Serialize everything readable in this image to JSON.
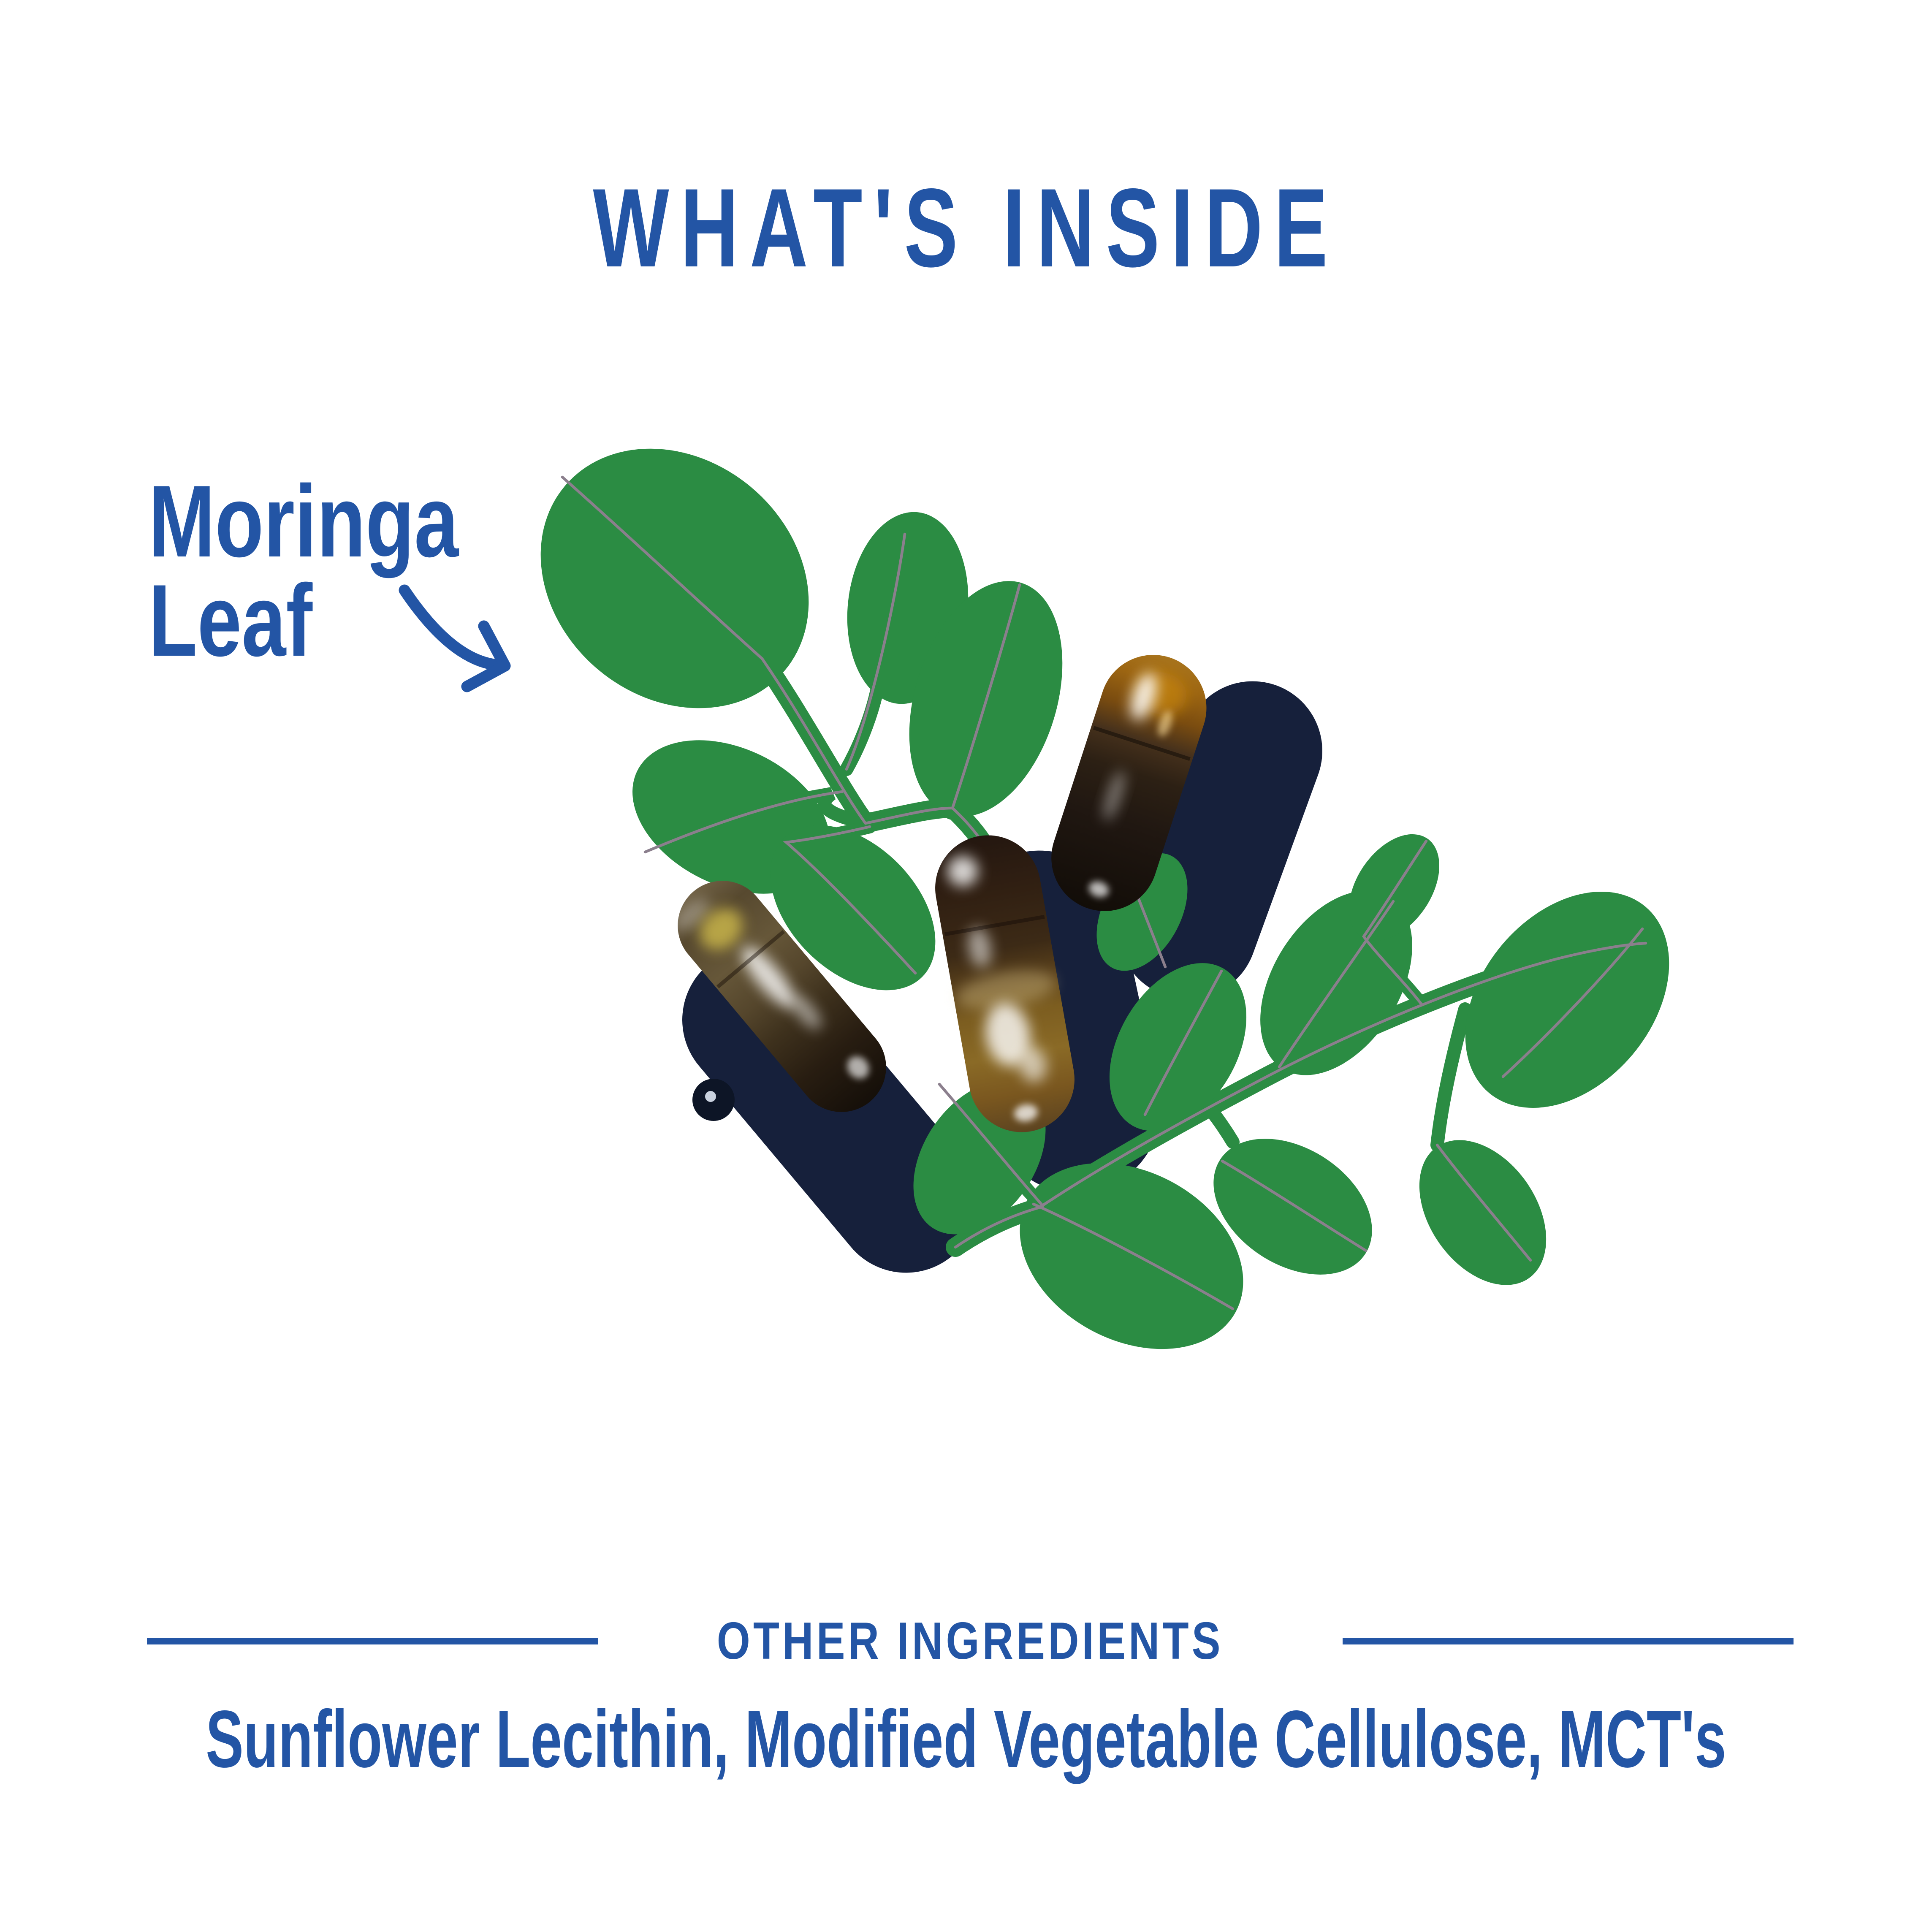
{
  "header": {
    "title": "WHAT'S INSIDE"
  },
  "callout": {
    "line1": "Moringa",
    "line2": "Leaf",
    "arrow_icon": "curved-arrow-down-right"
  },
  "illustration": {
    "leaf_icon": "moringa-leaf-branches",
    "capsule_icon": "translucent-brown-supplement-capsules",
    "capsule_count": 3
  },
  "other_ingredients": {
    "heading": "OTHER INGREDIENTS",
    "list": "Sunflower Lecithin, Modified Vegetable Cellulose, MCT's"
  },
  "colors": {
    "brand_blue": "#2355A5",
    "leaf_green": "#2B8C43",
    "vein_gray": "#8B7F8D",
    "shadow_navy": "#16203B",
    "background": "#FFFFFF"
  }
}
